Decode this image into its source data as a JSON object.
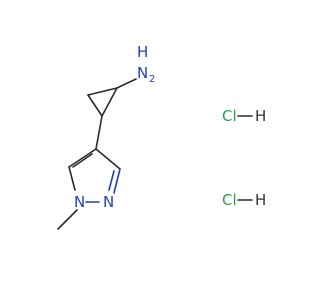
{
  "molecule": {
    "amine_group": {
      "h": "H",
      "n": "N",
      "sub": "2"
    },
    "pyrazole_n1": "N",
    "pyrazole_n2": "N",
    "salt_1": {
      "cl": "Cl",
      "h": "H"
    },
    "salt_2": {
      "cl": "Cl",
      "h": "H"
    },
    "colors": {
      "bond": "#2b2b2b",
      "nitrogen": "#1f3fbf",
      "chlorine": "#2a9d4a",
      "hydrogen": "#333333",
      "background": "#ffffff"
    }
  }
}
